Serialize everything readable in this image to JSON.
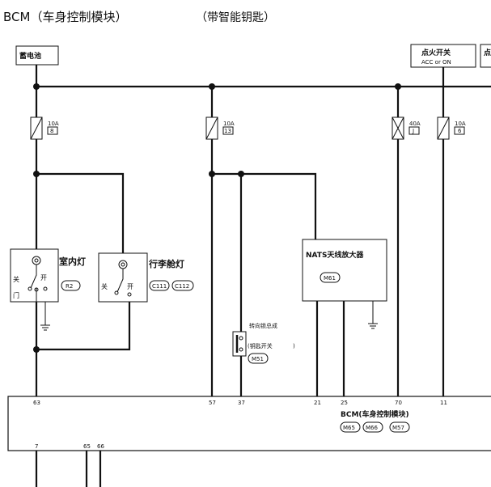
{
  "title": "BCM（车身控制模块）",
  "subtitle": "（带智能钥匙）",
  "battery": "蓄电池",
  "ignition": {
    "label": "点火开关",
    "sub": "ACC or ON",
    "partial": "点"
  },
  "fuses": [
    {
      "amp": "10A",
      "num": "8"
    },
    {
      "amp": "10A",
      "num": "13"
    },
    {
      "amp": "40A",
      "num": "J"
    },
    {
      "amp": "10A",
      "num": "6"
    }
  ],
  "room_lamp": {
    "label": "室内灯",
    "off": "关",
    "on": "开",
    "door": "门",
    "connector": "R2"
  },
  "trunk_lamp": {
    "label": "行李舱灯",
    "off": "关",
    "on": "开",
    "connectors": [
      "C111",
      "C112"
    ]
  },
  "nats": {
    "label": "NATS天线放大器",
    "connector": "M61"
  },
  "steering_lock": {
    "label": "转向锁总成",
    "switch": "(钥匙开关",
    "close": ")",
    "connector": "M51"
  },
  "bcm": {
    "label": "BCM(车身控制模块)",
    "connectors": [
      "M65",
      "M66",
      "M57"
    ],
    "pins_top": [
      "63",
      "57",
      "37",
      "21",
      "25",
      "70",
      "11"
    ],
    "pins_bottom": [
      "7",
      "65",
      "66"
    ]
  }
}
